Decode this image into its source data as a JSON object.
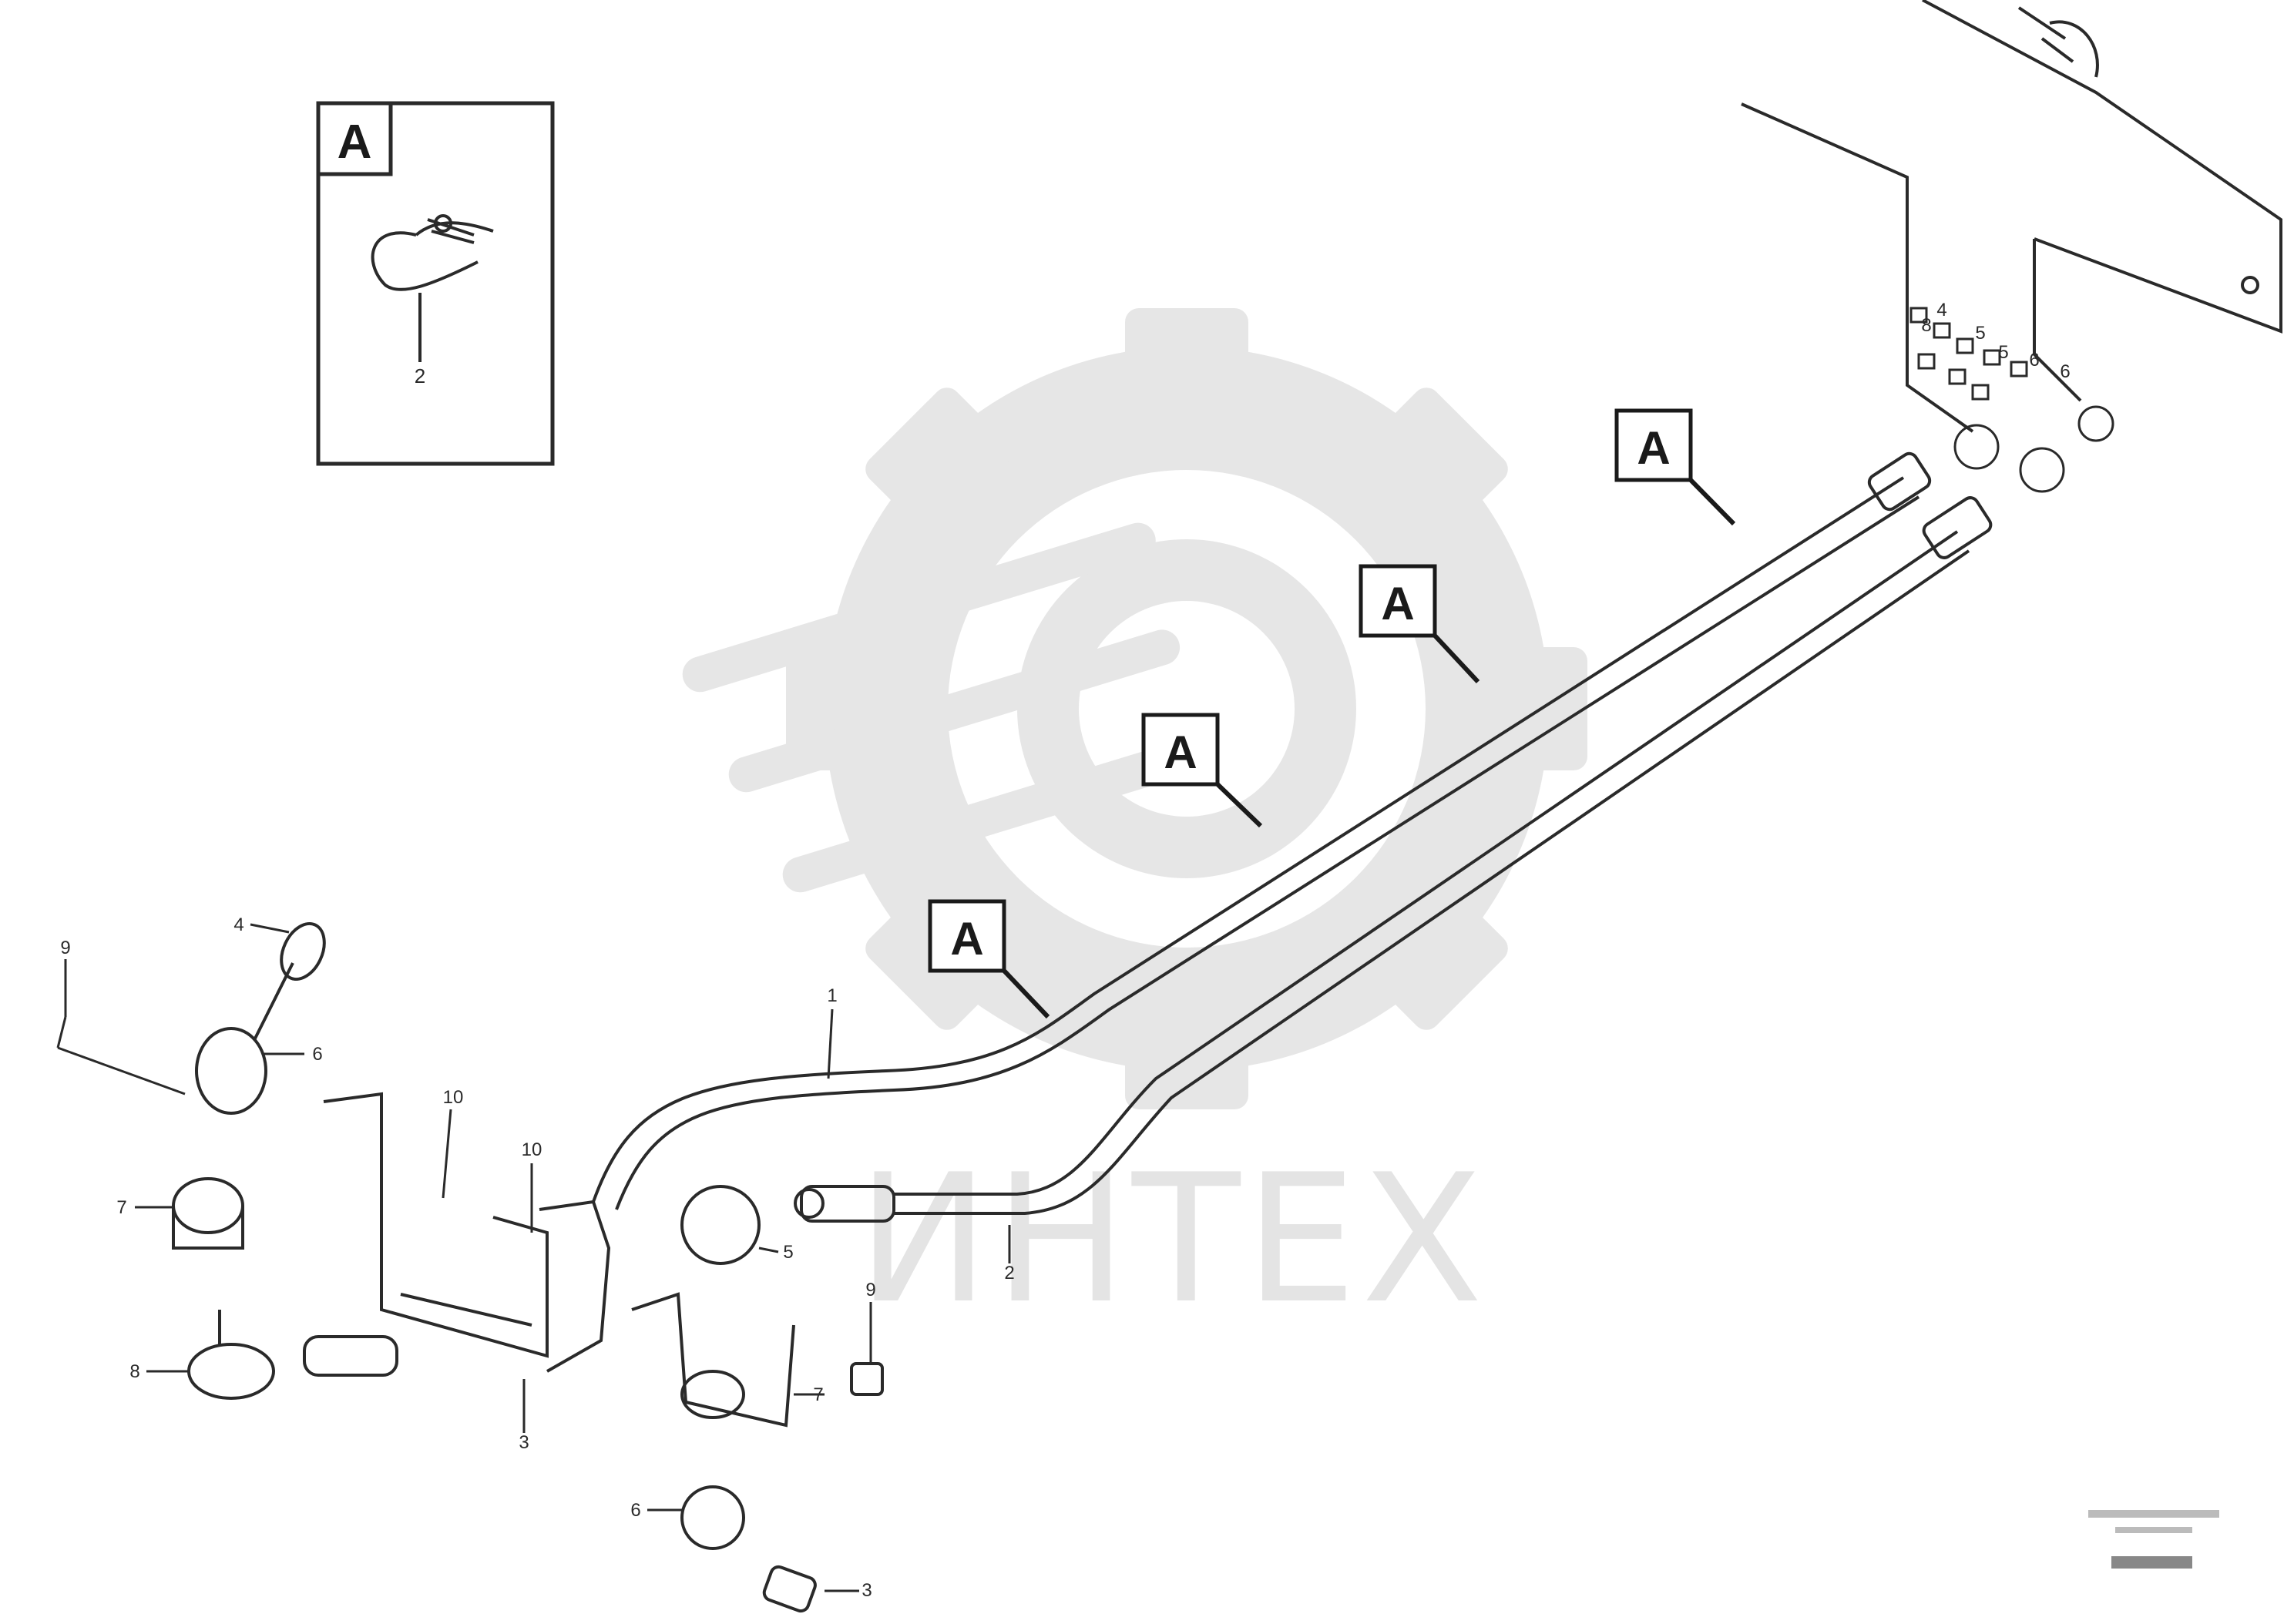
{
  "watermark": {
    "text": "ИНТЕХ",
    "color": "#e6e6e6"
  },
  "inset": {
    "label": "A",
    "part_number": "2"
  },
  "callout_tags": [
    {
      "label": "A"
    },
    {
      "label": "A"
    },
    {
      "label": "A"
    },
    {
      "label": "A"
    }
  ],
  "part_numbers": {
    "n1": "1",
    "n2": "2",
    "n3a": "3",
    "n3b": "3",
    "n4a": "4",
    "n4b": "4",
    "n5a": "5",
    "n5b": "5",
    "n5c": "5",
    "n6a": "6",
    "n6b": "6",
    "n6c": "6",
    "n6d": "6",
    "n7a": "7",
    "n7b": "7",
    "n8a": "8",
    "n8b": "8",
    "n9a": "9",
    "n9b": "9",
    "n10a": "10",
    "n10b": "10"
  },
  "reference_codes": {
    "line1": "",
    "line2": "",
    "line3": ""
  },
  "colors": {
    "line": "#2a2a2a",
    "tag_border": "#1a1a1a",
    "background": "#ffffff"
  }
}
